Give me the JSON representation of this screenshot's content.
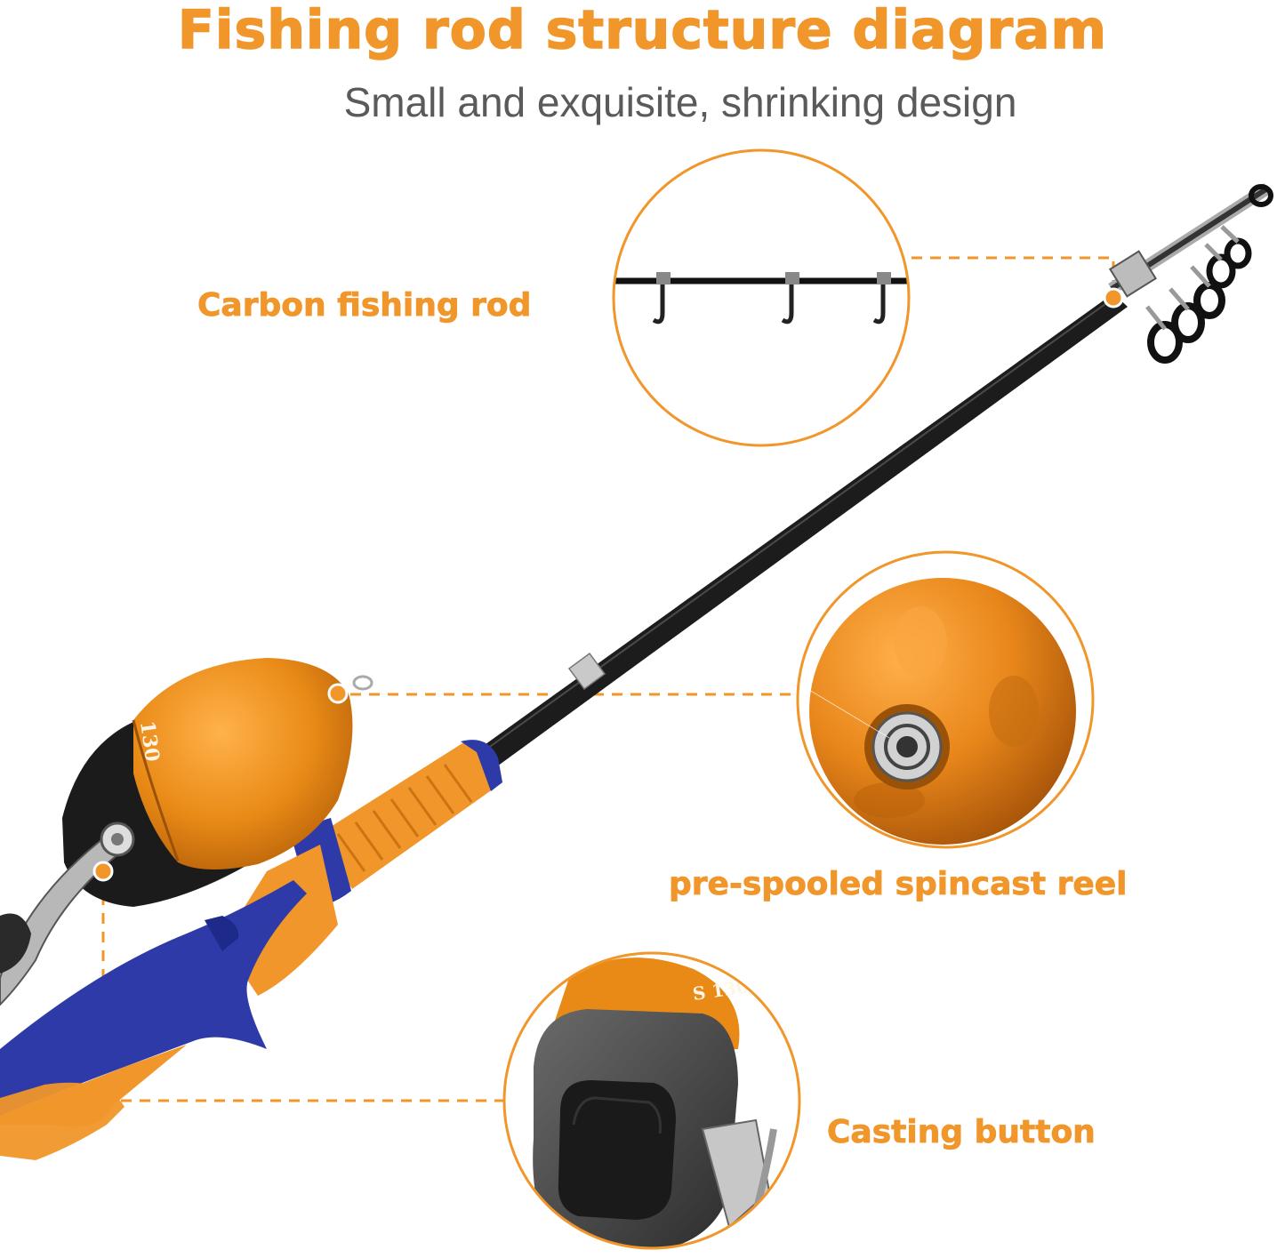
{
  "header": {
    "title": "Fishing rod structure diagram",
    "subtitle": "Small and exquisite, shrinking design"
  },
  "callouts": {
    "rod": "Carbon fishing rod",
    "reel": "pre-spooled spincast reel",
    "button": "Casting button"
  },
  "reel_marking": "130",
  "colors": {
    "accent": "#f0962a",
    "reel_orange": "#e98a17",
    "handle_blue": "#2e3aa8",
    "rod_black": "#111111",
    "subtitle_gray": "#5a5a5a"
  }
}
